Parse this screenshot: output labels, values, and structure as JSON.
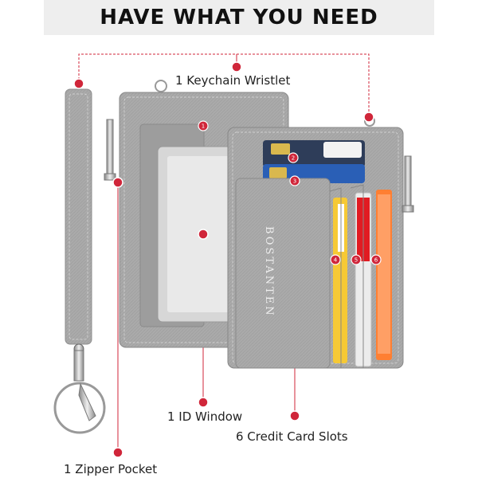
{
  "header": {
    "title": "HAVE WHAT YOU NEED"
  },
  "callouts": {
    "keychain": "1 Keychain Wristlet",
    "id_window": "1 ID Window",
    "credit_slots": "6 Credit Card Slots",
    "zipper": "1 Zipper Pocket"
  },
  "brand": "BOSTANTEN",
  "markers": [
    "1",
    "2",
    "3",
    "4",
    "5",
    "6"
  ],
  "colors": {
    "accent": "#d0263a",
    "leather": "#a9a9a9",
    "header_bg": "#eeeeee"
  }
}
